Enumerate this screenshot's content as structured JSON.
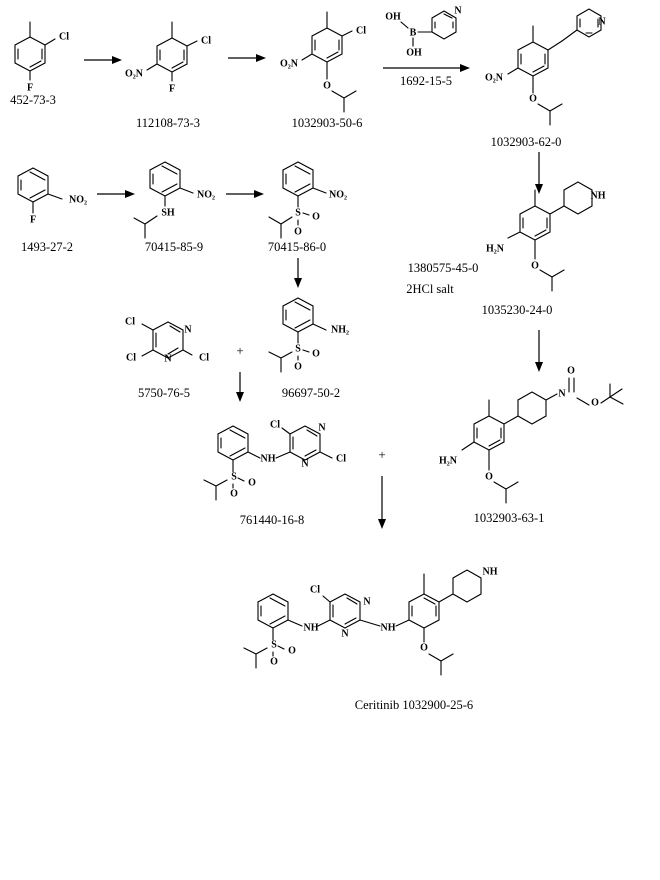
{
  "atoms": {
    "cl": "Cl",
    "f": "F",
    "o": "O",
    "s": "S",
    "n": "N",
    "nh": "NH",
    "sh": "SH",
    "oh": "OH",
    "b": "B",
    "no2": "NO₂",
    "o2n": "O₂N",
    "nh2": "NH₂",
    "h2n": "H₂N"
  },
  "compounds": {
    "c452": "452-73-3",
    "c112108": "112108-73-3",
    "c1032903_50": "1032903-50-6",
    "c1692": "1692-15-5",
    "c1032903_62": "1032903-62-0",
    "c1493": "1493-27-2",
    "c70415_85": "70415-85-9",
    "c70415_86": "70415-86-0",
    "c1380575": "1380575-45-0",
    "salt": "2HCl salt",
    "c1035230": "1035230-24-0",
    "c5750": "5750-76-5",
    "c96697": "96697-50-2",
    "c761440": "761440-16-8",
    "c1032903_63": "1032903-63-1",
    "product": "Ceritinib 1032900-25-6"
  },
  "symbols": {
    "plus": "+"
  }
}
